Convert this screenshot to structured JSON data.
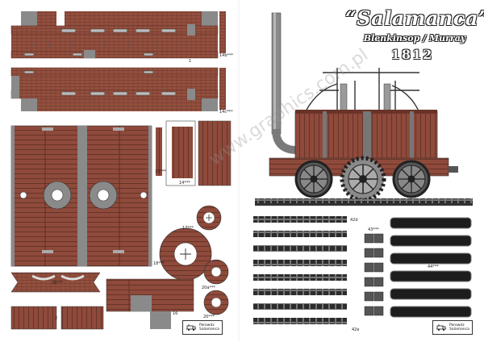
{
  "title": "“Salamanca”",
  "subtitle": "Blenkinsop / Murray",
  "year": "1812",
  "watermark": "www.graphics.com.pl",
  "part_labels": {
    "p1": "1",
    "p14b": "14b***",
    "p14c": "14c***",
    "p15": "15***",
    "p14": "14***",
    "p17": "17***",
    "p18": "18***",
    "p20a": "20a***",
    "p20": "20***",
    "p28": "28***",
    "p2": "2",
    "p16": "16",
    "p42d": "42d",
    "p42e": "42e",
    "p43": "43***",
    "p44": "44***"
  },
  "badges": [
    {
      "line1": "Parowóz",
      "line2": "Salamanca"
    },
    {
      "line1": "Parowóz",
      "line2": "Salamanca"
    }
  ],
  "colors": {
    "brick": "#8e4a3b",
    "brick_dark": "#5e2e24",
    "grey": "#8a8a8a",
    "dark": "#222222"
  }
}
